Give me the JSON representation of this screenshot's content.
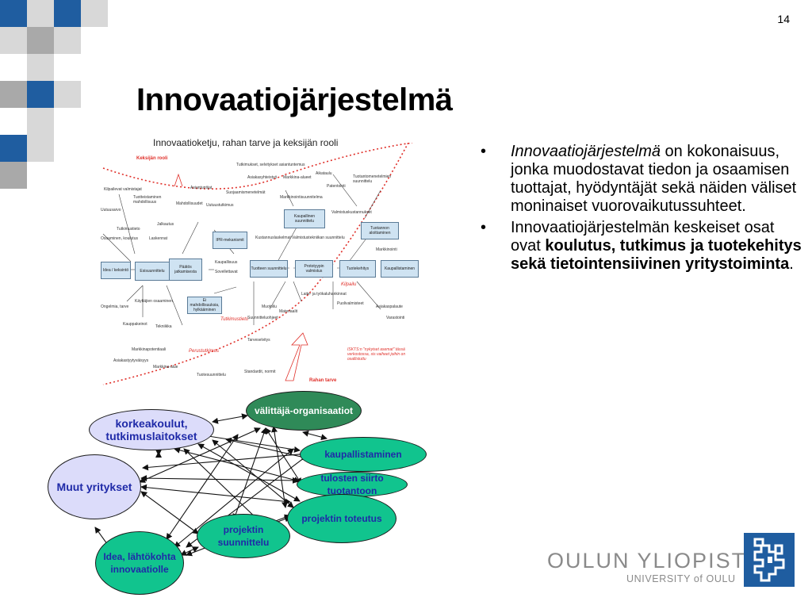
{
  "slide": {
    "page_number": "14",
    "title": "Innovaatiojärjestelmä"
  },
  "diagram": {
    "caption": "Innovaatioketju, rahan tarve ja keksijän rooli",
    "labels": {
      "keksijan_rooli": "Keksijän rooli",
      "rahan_tarve": "Rahan tarve",
      "tutkimustieto": "Tutkimustieto",
      "perustutkimus": "Perustutkimus",
      "kilpailu": "Kilpailu",
      "isktsn": "ISKTS:n \"nykyiset asemat\" tässä verkostossa, sis vaiheet joihin on osallistuttu"
    },
    "boxes": [
      "Idea / keksintö",
      "Esisuunnittelu",
      "Päätös jatkamisesta",
      "IPR-mekanismit",
      "Tuotteen suunnittelu",
      "Prototyypin valmistus",
      "Tuotekehitys",
      "Kaupallistaminen",
      "Kaupallinen suunnittelu",
      "Tuotannon aloittaminen",
      "Ei mahdollisuuksia, hylkääminen"
    ],
    "small_texts": [
      "Tutkimukset, selvitykset asiantuntemus",
      "Asiakasyhteistyö",
      "Markkina-alueet",
      "Aikataulu",
      "Tuotantomenetelmien suunnittelu",
      "Kilpailevat valmistajat",
      "Tuotteistaminen mahdollisuus",
      "Asiantuntijat",
      "Suojaamismenetelmät",
      "Markkinointisuunnitelma",
      "Patentointi",
      "Valmistuskustannukset",
      "Uutuusarvo",
      "Mahdollisuudet",
      "Uutuustutkimus",
      "Tutkimustieto",
      "Jalkautus",
      "Osaaminen, koulutus",
      "Laskennat",
      "Kustannuslaskelmat",
      "Valmistustekniikan suunnittelu",
      "Kaupallisuus",
      "Sovellettavat",
      "Markkinointi",
      "Ongelmia, tarve",
      "Käyttäjien osaaminen",
      "Muotoilu",
      "Laite- ja työkaluhankinnat",
      "Puolivalmisteet",
      "Asiakaspalaute",
      "Kauppakeinot",
      "Tekniikka",
      "Suunnitteluohjeet",
      "Materiaalit",
      "Varastointi",
      "Markkinapotentiaali",
      "Asiakastyytyväisyys",
      "Markkina-alue",
      "Standardit, normit",
      "Tuotesuunnittelu",
      "Tarveselvitys"
    ]
  },
  "bullets": [
    {
      "parts": [
        {
          "text": "Innovaatiojärjestelmä",
          "style": "italic"
        },
        {
          "text": " on kokonaisuus, jonka muodostavat tiedon ja osaamisen tuottajat, hyödyntäjät sekä näiden väliset moninaiset vuorovaikutussuhteet.",
          "style": "normal"
        }
      ]
    },
    {
      "parts": [
        {
          "text": "Innovaatiojärjestelmän keskeiset osat ovat ",
          "style": "normal"
        },
        {
          "text": "koulutus, tutkimus ja tuotekehitys sekä tietointensiivinen yritystoiminta",
          "style": "bold"
        },
        {
          "text": ".",
          "style": "normal"
        }
      ]
    }
  ],
  "network": {
    "nodes": {
      "korkeakoulut": "korkeakoulut, tutkimuslaitokset",
      "valittaja": "välittäjä-organisaatiot",
      "kaupallistaminen": "kaupallistaminen",
      "tulosten_siirto": "tulosten siirto tuotantoon",
      "projektin_toteutus": "projektin toteutus",
      "projektin_suunnittelu": "projektin suunnittelu",
      "idea": "Idea, lähtökohta innovaatiolle",
      "muut_yritykset": "Muut yritykset"
    }
  },
  "logo": {
    "name": "OULUN YLIOPISTO",
    "subtitle": "UNIVERSITY of OULU"
  },
  "colors": {
    "square_dark_blue": "#1f5da0",
    "square_grey": "#a9a9a9",
    "square_light_grey": "#d8d8d8",
    "ellipse_lavender": "#dcdcfa",
    "ellipse_green": "#11c48e",
    "ellipse_dark_green": "#2f8a58",
    "label_blue": "#1f2aa8",
    "red_dotted": "#e0302a"
  }
}
